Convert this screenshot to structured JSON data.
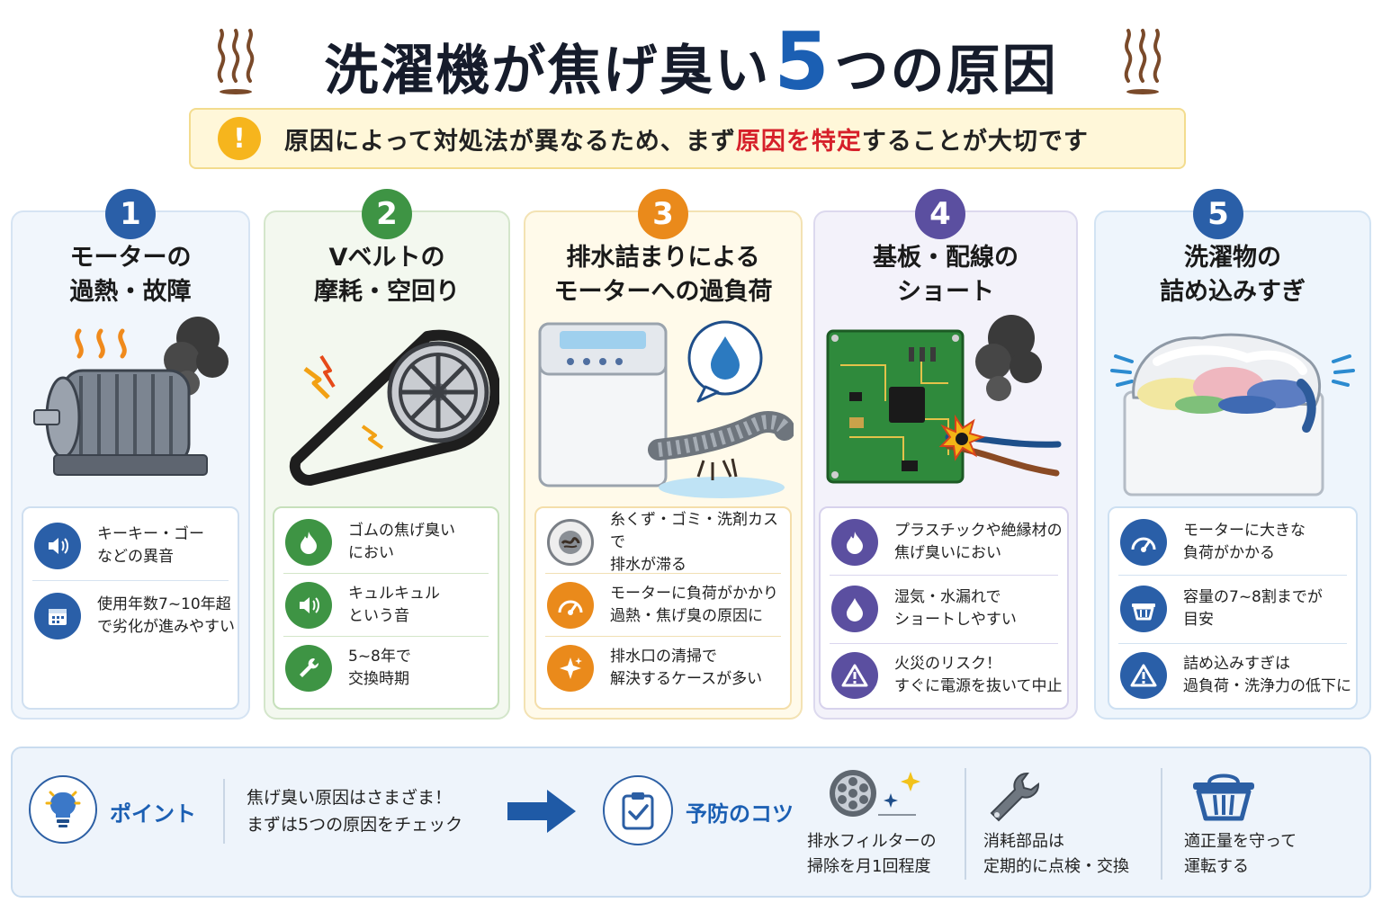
{
  "header": {
    "title_pre": "洗濯機が焦げ臭い",
    "title_num": "5",
    "title_post": "つの原因"
  },
  "alert": {
    "icon": "!",
    "text_before": "原因によって対処法が異なるため、まず",
    "text_emphasis": "原因を特定",
    "text_after": "することが大切です"
  },
  "causes": [
    {
      "number": "1",
      "title_line1": "モーターの",
      "title_line2": "過熱・故障",
      "accent": "#2a5fa8",
      "items": [
        {
          "icon": "speaker-icon",
          "line1": "キーキー・ゴー",
          "line2": "などの異音"
        },
        {
          "icon": "calendar-icon",
          "line1": "使用年数7~10年超",
          "line2": "で劣化が進みやすい"
        }
      ]
    },
    {
      "number": "2",
      "title_line1": "Vベルトの",
      "title_line2": "摩耗・空回り",
      "accent": "#3e9444",
      "items": [
        {
          "icon": "flame-icon",
          "line1": "ゴムの焦げ臭い",
          "line2": "におい"
        },
        {
          "icon": "speaker-icon",
          "line1": "キュルキュル",
          "line2": "という音"
        },
        {
          "icon": "wrench-icon",
          "line1": "5~8年で",
          "line2": "交換時期"
        }
      ]
    },
    {
      "number": "3",
      "title_line1": "排水詰まりによる",
      "title_line2": "モーターへの過負荷",
      "accent": "#ea8a1b",
      "items": [
        {
          "icon": "drain-icon",
          "line1": "糸くず・ゴミ・洗剤カスで",
          "line2": "排水が滞る"
        },
        {
          "icon": "gauge-icon",
          "line1": "モーターに負荷がかかり",
          "line2": "過熱・焦げ臭の原因に"
        },
        {
          "icon": "sparkle-icon",
          "line1": "排水口の清掃で",
          "line2": "解決するケースが多い"
        }
      ]
    },
    {
      "number": "4",
      "title_line1": "基板・配線の",
      "title_line2": "ショート",
      "accent": "#5b4fa0",
      "items": [
        {
          "icon": "flame-icon",
          "line1": "プラスチックや絶縁材の",
          "line2": "焦げ臭いにおい"
        },
        {
          "icon": "drop-icon",
          "line1": "湿気・水漏れで",
          "line2": "ショートしやすい"
        },
        {
          "icon": "warning-icon",
          "line1": "火災のリスク！",
          "line2": "すぐに電源を抜いて中止"
        }
      ]
    },
    {
      "number": "5",
      "title_line1": "洗濯物の",
      "title_line2": "詰め込みすぎ",
      "accent": "#2a5fa8",
      "items": [
        {
          "icon": "gauge-icon",
          "line1": "モーターに大きな",
          "line2": "負荷がかかる"
        },
        {
          "icon": "basket-icon",
          "line1": "容量の7~8割までが",
          "line2": "目安"
        },
        {
          "icon": "warning-icon",
          "line1": "詰め込みすぎは",
          "line2": "過負荷・洗浄力の低下に"
        }
      ]
    }
  ],
  "bottom": {
    "point_label": "ポイント",
    "point_line1": "焦げ臭い原因はさまざま！",
    "point_line2": "まずは5つの原因をチェック",
    "tips_label": "予防のコツ",
    "tips": [
      {
        "icon": "filter-icon",
        "line1": "排水フィルターの",
        "line2": "掃除を月1回程度"
      },
      {
        "icon": "wrench-icon",
        "line1": "消耗部品は",
        "line2": "定期的に点検・交換"
      },
      {
        "icon": "basket-icon",
        "line1": "適正量を守って",
        "line2": "運転する"
      }
    ]
  }
}
